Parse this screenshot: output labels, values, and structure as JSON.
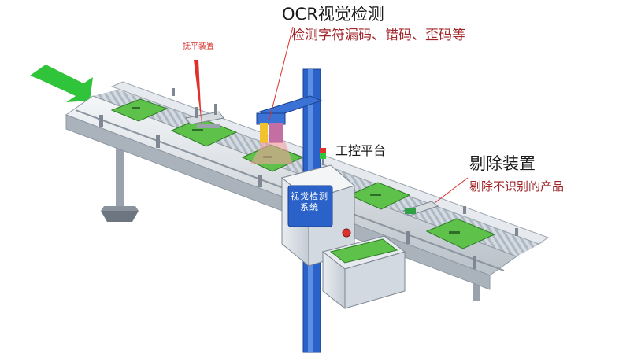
{
  "labels": {
    "ocr_title": "OCR视觉检测",
    "ocr_subtitle": "检测字符漏码、错码、歪码等",
    "flatten_device": "抚平装置",
    "control_platform": "工控平台",
    "reject_title": "剔除装置",
    "reject_subtitle": "剔除不识别的产品",
    "screen_text": "视觉检测系统"
  },
  "colors": {
    "arrow": "#2fc43a",
    "pointer_lines": "#e0302b",
    "label_red": "#a0262a",
    "pcb": "#5ec24a",
    "frame_blue": "#2b62c9",
    "belt": "#c9d2da"
  },
  "icons": {
    "direction": "green-arrow-icon",
    "status_light": "signal-light-icon",
    "emergency_stop": "emergency-stop-icon"
  }
}
